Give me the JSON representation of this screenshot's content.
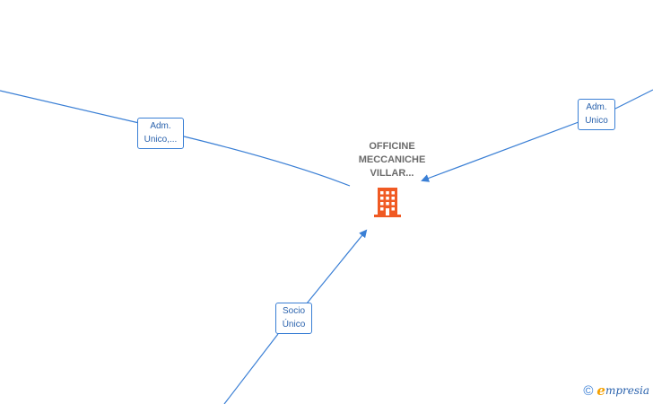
{
  "company": {
    "name": "OFFICINE\nMECCANICHE\nVILLAR...",
    "icon": "building-icon",
    "icon_color": "#f05a23"
  },
  "relations": [
    {
      "label": "Adm.\nUnico,..."
    },
    {
      "label": "Adm.\nUnico"
    },
    {
      "label": "Socio\nÚnico"
    }
  ],
  "colors": {
    "edge": "#3a7fd5",
    "label_text": "#2a62ad",
    "company_text": "#6b6b6b"
  },
  "brand": {
    "copyright": "©",
    "e_letter": "e",
    "rest": "mpresia"
  }
}
